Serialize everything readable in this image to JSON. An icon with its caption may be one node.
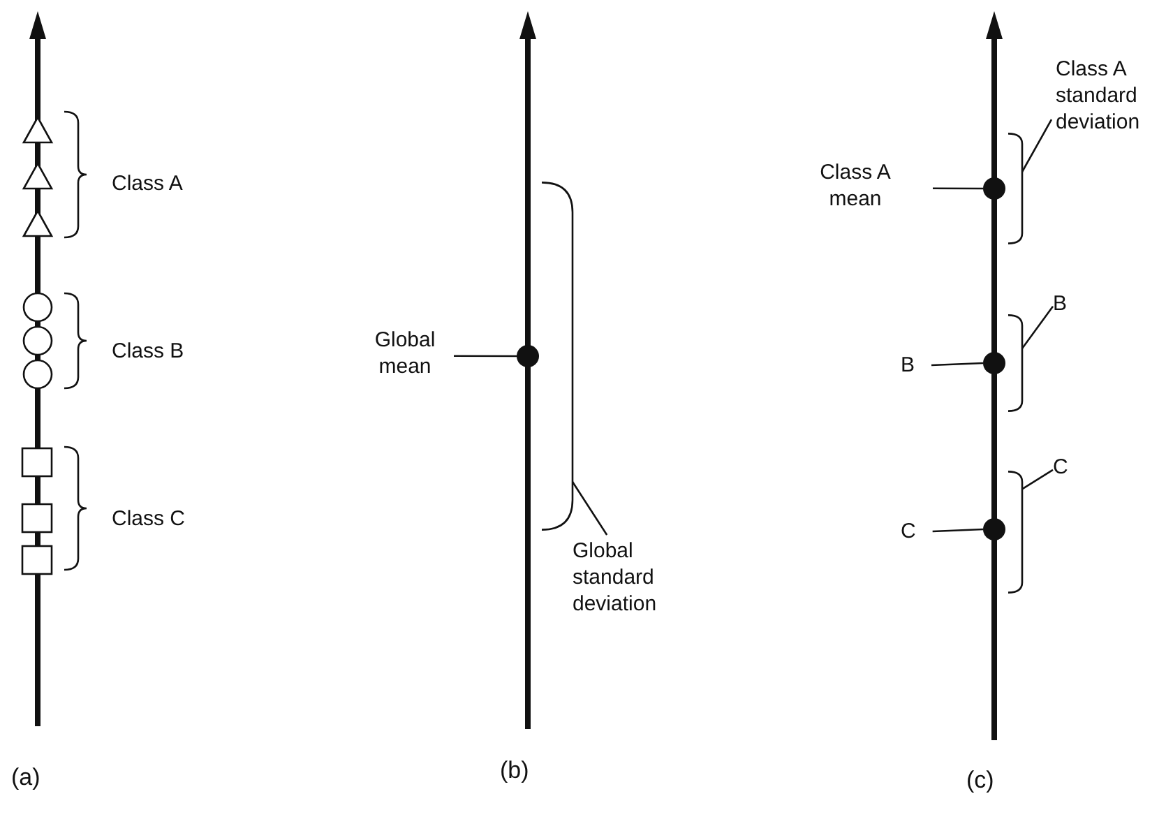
{
  "diagram": {
    "nodes": [
      {
        "text": [
          "Global mean"
        ]
      },
      {
        "text": [],
        "shape": "circle"
      },
      {
        "text": [
          "Global standard deviation"
        ]
      },
      {
        "text": [],
        "shape": "bracket"
      },
      {
        "text": [
          "Class A mean"
        ]
      },
      {
        "text": [],
        "shape": "circle"
      },
      {
        "text": [
          "B"
        ]
      },
      {
        "text": [],
        "shape": "circle"
      },
      {
        "text": [
          "C"
        ]
      },
      {
        "text": [],
        "shape": "circle"
      },
      {
        "text": [
          "Class A standard deviation"
        ]
      },
      {
        "text": [],
        "shape": "bracket"
      },
      {
        "text": [
          "B"
        ]
      },
      {
        "text": [],
        "shape": "bracket"
      },
      {
        "text": [
          "C"
        ]
      },
      {
        "text": [],
        "shape": "bracket"
      }
    ],
    "edges": [
      {
        "from": 0,
        "to": 1,
        "arrow": "none"
      },
      {
        "from": 2,
        "to": 3,
        "arrow": "none"
      },
      {
        "from": 4,
        "to": 5,
        "arrow": "none"
      },
      {
        "from": 6,
        "to": 7,
        "arrow": "none"
      },
      {
        "from": 8,
        "to": 9,
        "arrow": "none"
      },
      {
        "from": 10,
        "to": 11,
        "arrow": "none"
      },
      {
        "from": 12,
        "to": 13,
        "arrow": "none"
      },
      {
        "from": 14,
        "to": 15,
        "arrow": "none"
      }
    ],
    "labels": [
      "Class A",
      "Class B",
      "Class C",
      "(a)",
      "(b)",
      "(c)"
    ]
  }
}
